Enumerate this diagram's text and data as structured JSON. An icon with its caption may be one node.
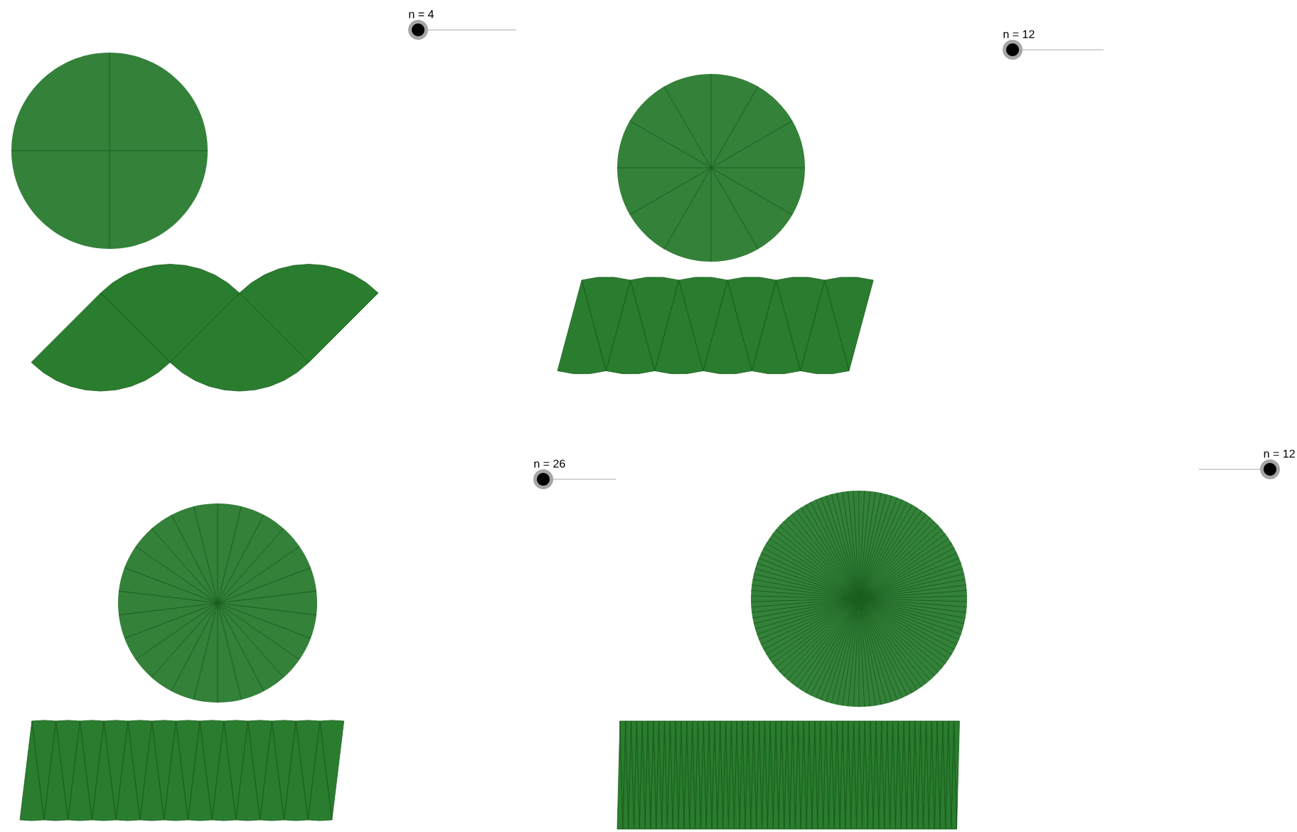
{
  "diagram": {
    "labels": [
      "n = 4",
      "n = 12",
      "n = 26",
      "n = 12"
    ]
  }
}
